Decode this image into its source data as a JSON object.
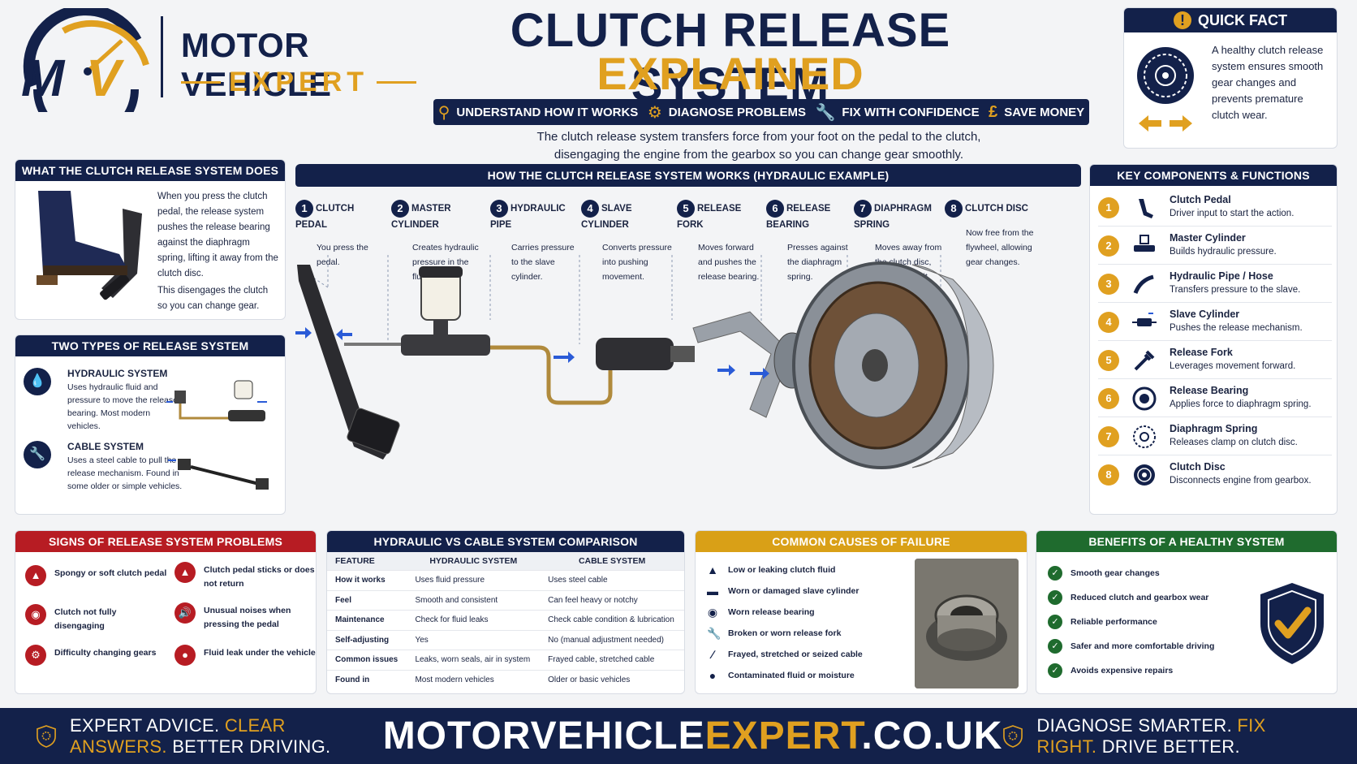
{
  "brand": {
    "logo_letters": "MV",
    "name_line1": "MOTOR VEHICLE",
    "name_line2": "EXPERT"
  },
  "title": {
    "line1": "CLUTCH RELEASE SYSTEM",
    "line2": "EXPLAINED"
  },
  "tags": [
    {
      "icon": "search-icon",
      "label": "UNDERSTAND HOW IT WORKS"
    },
    {
      "icon": "gear-icon",
      "label": "DIAGNOSE PROBLEMS"
    },
    {
      "icon": "wrench-icon",
      "label": "FIX WITH CONFIDENCE"
    },
    {
      "icon": "pound-icon",
      "label": "SAVE MONEY"
    }
  ],
  "intro": {
    "line1": "The clutch release system transfers force from your foot on the pedal to the clutch,",
    "line2": "disengaging the engine from the gearbox so you can change gear smoothly."
  },
  "quick_fact": {
    "title": "QUICK FACT",
    "text": "A healthy clutch release system ensures smooth gear changes and prevents premature clutch wear."
  },
  "what_it_does": {
    "title": "WHAT THE CLUTCH RELEASE SYSTEM DOES",
    "para1": "When you press the clutch pedal, the release system pushes the release bearing against the diaphragm spring, lifting it away from the clutch disc.",
    "para2": "This disengages the clutch so you can change gear."
  },
  "types": {
    "title": "TWO TYPES OF RELEASE SYSTEM",
    "items": [
      {
        "title": "HYDRAULIC SYSTEM",
        "desc": "Uses hydraulic fluid and pressure to move the release bearing. Most modern vehicles."
      },
      {
        "title": "CABLE SYSTEM",
        "desc": "Uses a steel cable to pull the release mechanism. Found in some older or simple vehicles."
      }
    ]
  },
  "how_it_works": {
    "title": "HOW THE CLUTCH RELEASE SYSTEM WORKS (HYDRAULIC EXAMPLE)",
    "steps": [
      {
        "num": "1",
        "title": "CLUTCH PEDAL",
        "desc": "You press the pedal."
      },
      {
        "num": "2",
        "title": "MASTER CYLINDER",
        "desc": "Creates hydraulic pressure in the fluid."
      },
      {
        "num": "3",
        "title": "HYDRAULIC PIPE",
        "desc": "Carries pressure to the slave cylinder."
      },
      {
        "num": "4",
        "title": "SLAVE CYLINDER",
        "desc": "Converts pressure into pushing movement."
      },
      {
        "num": "5",
        "title": "RELEASE FORK",
        "desc": "Moves forward and pushes the release bearing."
      },
      {
        "num": "6",
        "title": "RELEASE BEARING",
        "desc": "Presses against the diaphragm spring."
      },
      {
        "num": "7",
        "title": "DIAPHRAGM SPRING",
        "desc": "Moves away from the clutch disc, disengaging it."
      },
      {
        "num": "8",
        "title": "CLUTCH DISC",
        "desc": "Now free from the flywheel, allowing gear changes."
      }
    ]
  },
  "components": {
    "title": "KEY COMPONENTS & FUNCTIONS",
    "items": [
      {
        "num": "1",
        "title": "Clutch Pedal",
        "desc": "Driver input to start the action.",
        "icon": "pedal-icon"
      },
      {
        "num": "2",
        "title": "Master Cylinder",
        "desc": "Builds hydraulic pressure.",
        "icon": "master-cylinder-icon"
      },
      {
        "num": "3",
        "title": "Hydraulic Pipe / Hose",
        "desc": "Transfers pressure to the slave.",
        "icon": "pipe-icon"
      },
      {
        "num": "4",
        "title": "Slave Cylinder",
        "desc": "Pushes the release mechanism.",
        "icon": "slave-cylinder-icon"
      },
      {
        "num": "5",
        "title": "Release Fork",
        "desc": "Leverages movement forward.",
        "icon": "fork-icon"
      },
      {
        "num": "6",
        "title": "Release Bearing",
        "desc": "Applies force to diaphragm spring.",
        "icon": "bearing-icon"
      },
      {
        "num": "7",
        "title": "Diaphragm Spring",
        "desc": "Releases clamp on clutch disc.",
        "icon": "spring-icon"
      },
      {
        "num": "8",
        "title": "Clutch Disc",
        "desc": "Disconnects engine from gearbox.",
        "icon": "disc-icon"
      }
    ]
  },
  "signs": {
    "title": "SIGNS OF RELEASE SYSTEM PROBLEMS",
    "items": [
      {
        "text": "Spongy or soft clutch pedal",
        "icon": "pedal-icon"
      },
      {
        "text": "Clutch pedal sticks or does not return",
        "icon": "pedal-stuck-icon"
      },
      {
        "text": "Clutch not fully disengaging",
        "icon": "clutch-icon"
      },
      {
        "text": "Unusual noises when pressing the pedal",
        "icon": "speaker-icon"
      },
      {
        "text": "Difficulty changing gears",
        "icon": "gear-icon"
      },
      {
        "text": "Fluid leak under the vehicle",
        "icon": "fluid-leak-icon"
      }
    ]
  },
  "comparison": {
    "title": "HYDRAULIC VS CABLE SYSTEM COMPARISON",
    "headers": [
      "FEATURE",
      "HYDRAULIC SYSTEM",
      "CABLE SYSTEM"
    ],
    "rows": [
      [
        "How it works",
        "Uses fluid pressure",
        "Uses steel cable"
      ],
      [
        "Feel",
        "Smooth and consistent",
        "Can feel heavy or notchy"
      ],
      [
        "Maintenance",
        "Check for fluid leaks",
        "Check cable condition & lubrication"
      ],
      [
        "Self-adjusting",
        "Yes",
        "No (manual adjustment needed)"
      ],
      [
        "Common issues",
        "Leaks, worn seals, air in system",
        "Frayed cable, stretched cable"
      ],
      [
        "Found in",
        "Most modern vehicles",
        "Older or basic vehicles"
      ]
    ]
  },
  "causes": {
    "title": "COMMON CAUSES OF FAILURE",
    "items": [
      {
        "text": "Low or leaking clutch fluid",
        "icon": "fluid-bottle-icon"
      },
      {
        "text": "Worn or damaged slave cylinder",
        "icon": "cylinder-icon"
      },
      {
        "text": "Worn release bearing",
        "icon": "bearing-icon"
      },
      {
        "text": "Broken or worn release fork",
        "icon": "wrench-icon"
      },
      {
        "text": "Frayed, stretched or seized cable",
        "icon": "cable-icon"
      },
      {
        "text": "Contaminated fluid or moisture",
        "icon": "droplet-icon"
      }
    ]
  },
  "benefits": {
    "title": "BENEFITS OF A HEALTHY SYSTEM",
    "items": [
      "Smooth gear changes",
      "Reduced clutch and gearbox wear",
      "Reliable performance",
      "Safer and more comfortable driving",
      "Avoids expensive repairs"
    ]
  },
  "footer": {
    "left_a": "EXPERT ADVICE. ",
    "left_b": "CLEAR ANSWERS.",
    "left_c": " BETTER DRIVING.",
    "url_a": "MOTORVEHICLE",
    "url_b": "EXPERT",
    "url_c": ".CO.UK",
    "right_a": "DIAGNOSE SMARTER. ",
    "right_b": "FIX RIGHT.",
    "right_c": " DRIVE BETTER."
  },
  "colors": {
    "navy": "#13214a",
    "gold": "#e0a020",
    "red": "#b71c23",
    "green": "#1f6b2e"
  }
}
